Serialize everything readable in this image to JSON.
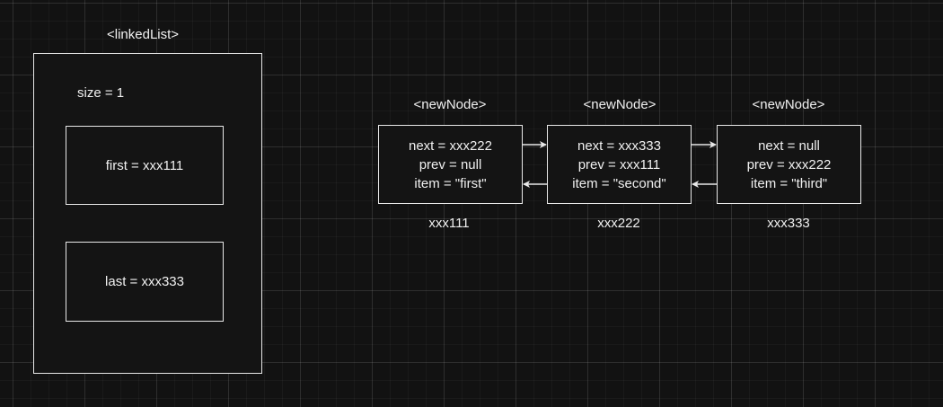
{
  "linked_list": {
    "label": "<linkedList>",
    "size_text": "size = 1",
    "first_text": "first = xxx111",
    "last_text": "last = xxx333"
  },
  "nodes": [
    {
      "label": "<newNode>",
      "next": "next = xxx222",
      "prev": "prev = null",
      "item": "item = \"first\"",
      "address": "xxx111"
    },
    {
      "label": "<newNode>",
      "next": "next = xxx333",
      "prev": "prev = xxx111",
      "item": "item = \"second\"",
      "address": "xxx222"
    },
    {
      "label": "<newNode>",
      "next": "next = null",
      "prev": "prev = xxx222",
      "item": "item = \"third\"",
      "address": "xxx333"
    }
  ],
  "colors": {
    "background": "#121212",
    "stroke": "#e8e8e8",
    "text": "#f0f0f0"
  }
}
